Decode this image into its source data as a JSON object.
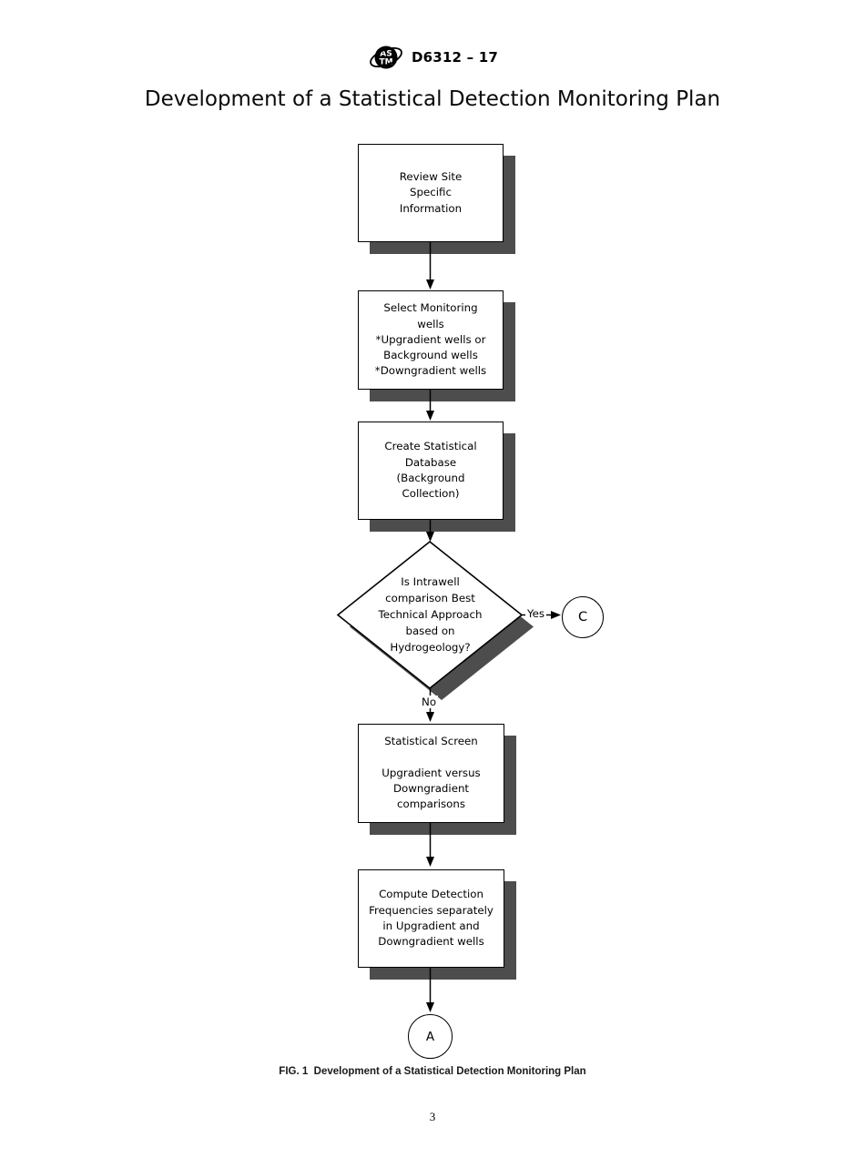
{
  "header": {
    "logo": "astm-logo",
    "doc_code": "D6312 – 17"
  },
  "title": "Development of a Statistical Detection Monitoring Plan",
  "flowchart": {
    "boxes": [
      {
        "label": "Review Site\nSpecific\nInformation"
      },
      {
        "label": "Select Monitoring\nwells\n*Upgradient wells or\nBackground wells\n*Downgradient wells"
      },
      {
        "label": "Create Statistical\nDatabase\n(Background\nCollection)"
      },
      {
        "label": "Statistical Screen\n\nUpgradient versus\nDowngradient\ncomparisons"
      },
      {
        "label": "Compute Detection\nFrequencies separately\nin Upgradient and\nDowngradient wells"
      }
    ],
    "decision": {
      "label": "Is Intrawell\ncomparison Best\nTechnical Approach\nbased on\nHydrogeology?",
      "yes_label": "Yes",
      "no_label": "No"
    },
    "connectors": {
      "yes_target": "C",
      "off_page": "A"
    },
    "colors": {
      "shadow": "#4d4d4d",
      "line": "#000000",
      "background": "#ffffff"
    }
  },
  "caption": "FIG. 1  Development of a Statistical Detection Monitoring Plan",
  "page_number": "3"
}
